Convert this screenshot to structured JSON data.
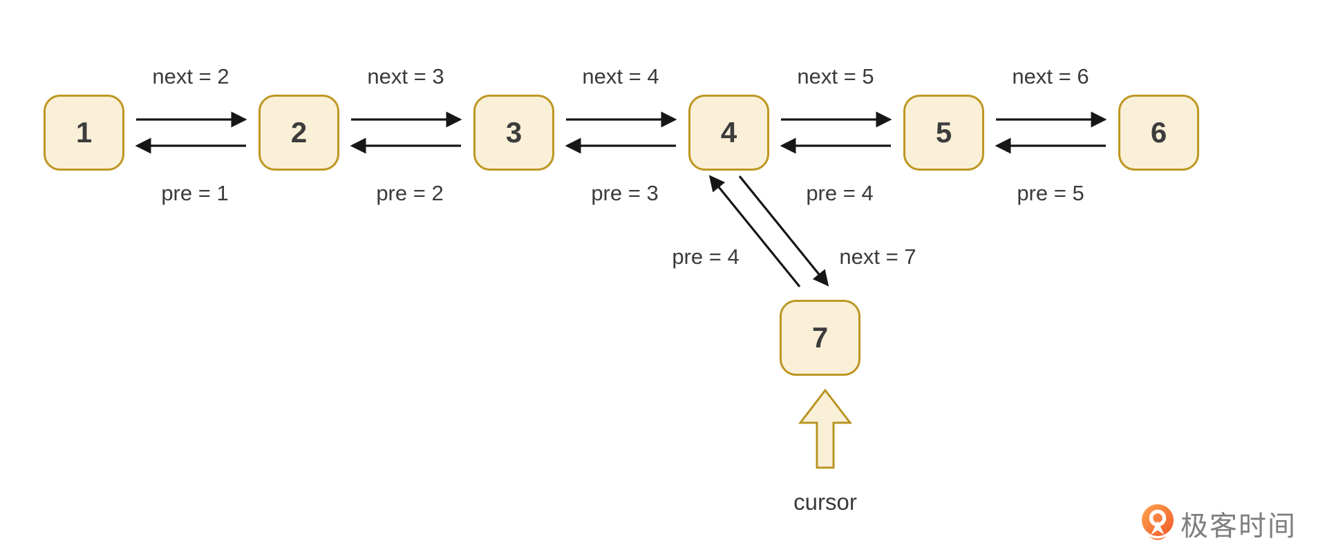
{
  "diagram": {
    "nodes": [
      "1",
      "2",
      "3",
      "4",
      "5",
      "6"
    ],
    "links": [
      {
        "next": "next = 2",
        "pre": "pre = 1"
      },
      {
        "next": "next = 3",
        "pre": "pre = 2"
      },
      {
        "next": "next = 4",
        "pre": "pre = 3"
      },
      {
        "next": "next = 5",
        "pre": "pre = 4"
      },
      {
        "next": "next = 6",
        "pre": "pre = 5"
      }
    ],
    "new_node": {
      "value": "7"
    },
    "insert_links": {
      "pre": "pre = 4",
      "next": "next = 7"
    },
    "cursor_label": "cursor"
  },
  "branding": {
    "logo_text": "极客时间"
  },
  "icons": {
    "cursor_arrow": "block-arrow-up",
    "logo_mark": "geektime-orange-pin"
  },
  "colors": {
    "node_fill": "#FAF0D8",
    "node_border": "#BE9723",
    "arrow": "#161616",
    "label_text": "#3A3A3A",
    "cursor_fill": "#FAF0D8",
    "cursor_border": "#B8941F",
    "logo_text_gray": "#7E7E7E"
  }
}
